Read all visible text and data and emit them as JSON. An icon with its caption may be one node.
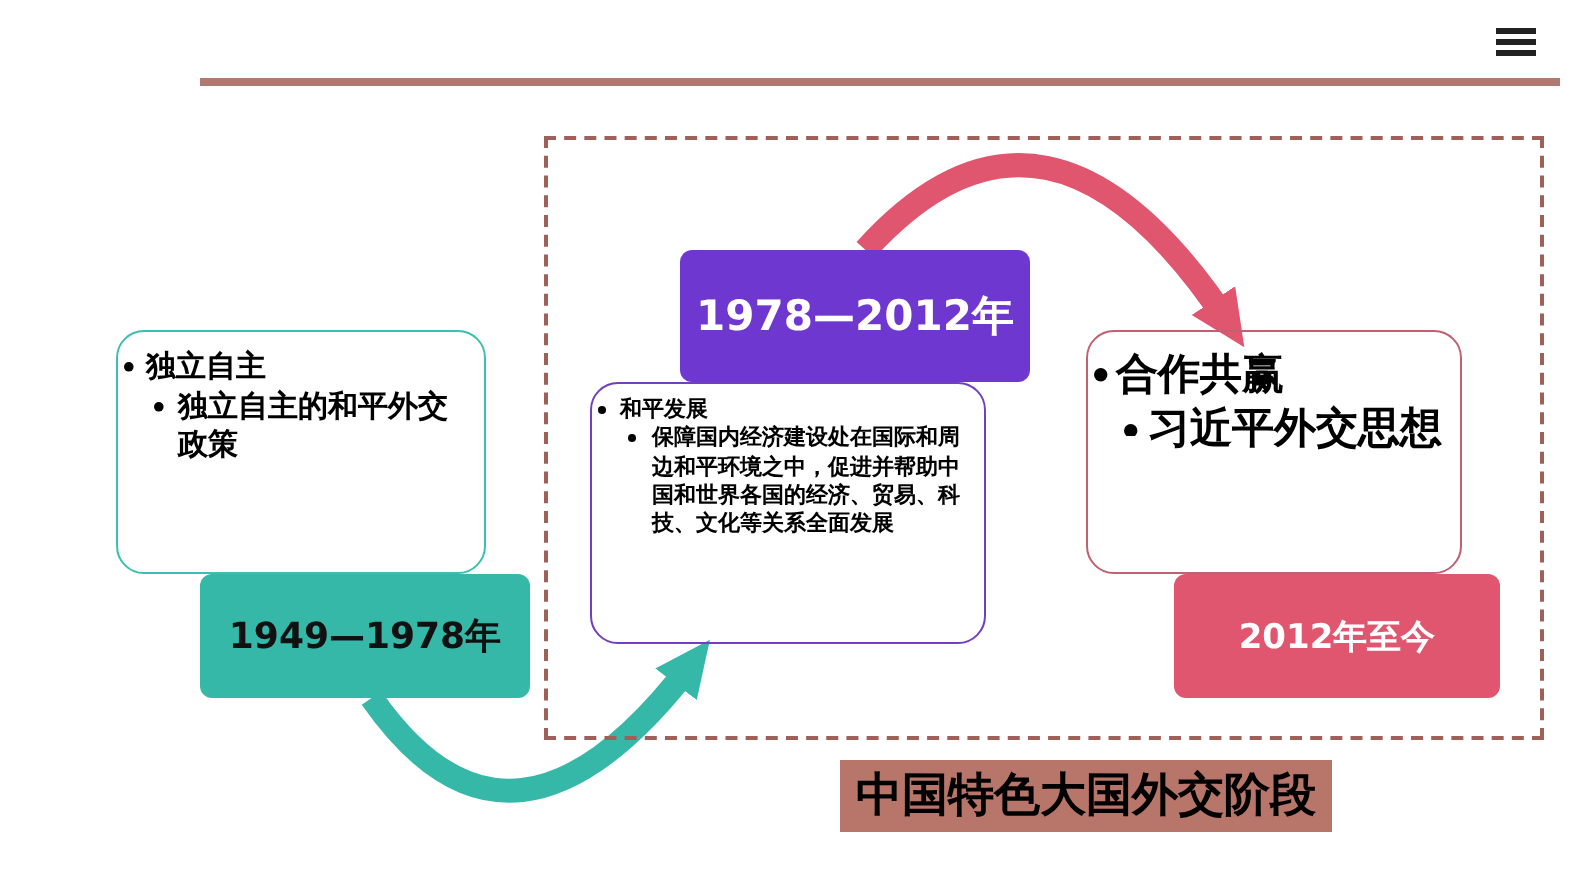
{
  "diagram": {
    "nodes": [
      {
        "text": [
          "中国特色大国外交阶段"
        ]
      },
      {
        "text": [
          "独立自主",
          "独立自主的和平外交政策"
        ]
      },
      {
        "text": [
          "1949—1978年"
        ]
      },
      {
        "text": [
          "和平发展",
          "保障国内经济建设处在国际和周边和平环境之中，促进并帮助中国和世界各国的经济、贸易、科技、文化等关系全面发展"
        ],
        "in": 0
      },
      {
        "text": [
          "1978—2012年"
        ],
        "in": 0
      },
      {
        "text": [
          "合作共赢",
          "习近平外交思想"
        ],
        "in": 0
      },
      {
        "text": [
          "2012年至今"
        ],
        "in": 0
      }
    ],
    "edges": [
      {
        "from": 2,
        "to": 3,
        "arrow": "to",
        "color": "#36b8a9"
      },
      {
        "from": 4,
        "to": 5,
        "arrow": "to",
        "color": "#e0566e"
      }
    ]
  }
}
